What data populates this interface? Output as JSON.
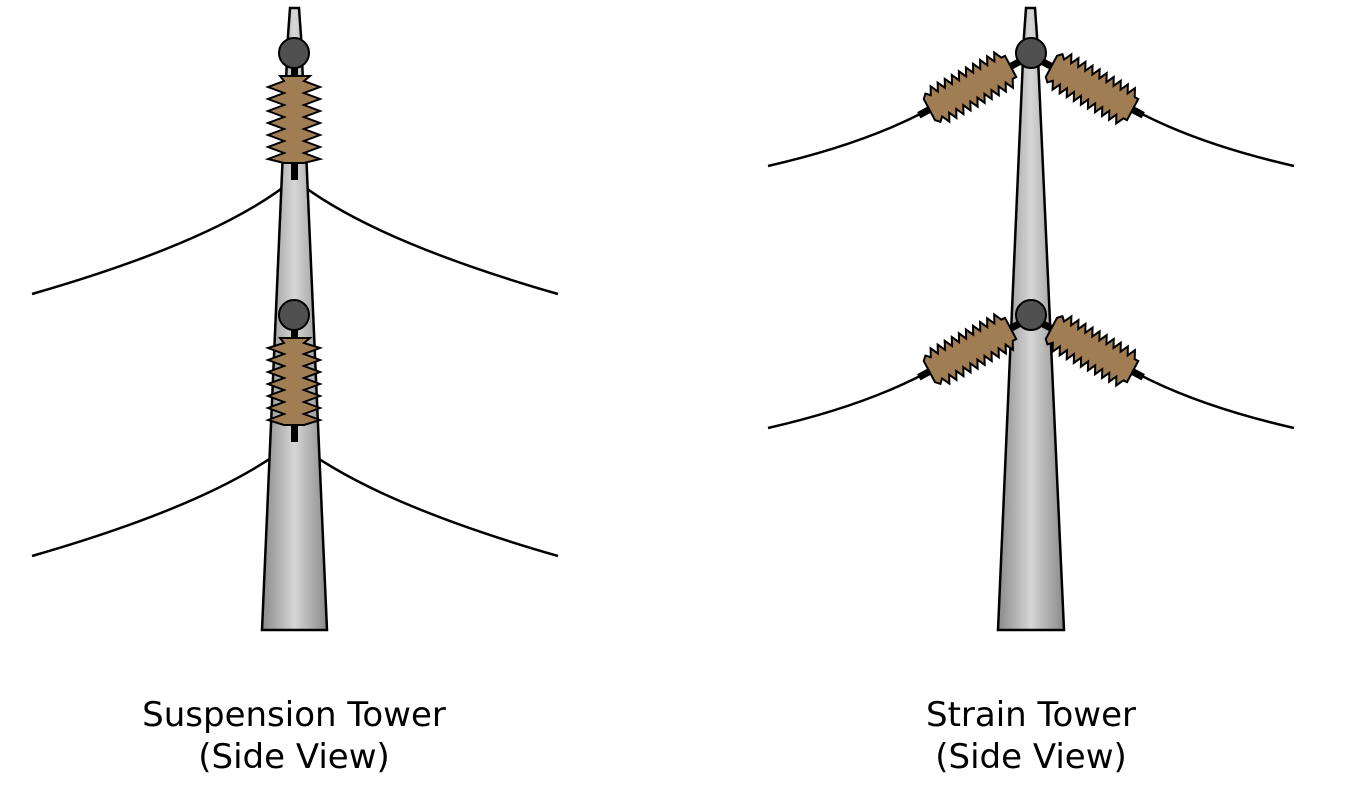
{
  "towers": [
    {
      "id": "suspension",
      "title": "Suspension Tower",
      "subtitle": "(Side View)"
    },
    {
      "id": "strain",
      "title": "Strain Tower",
      "subtitle": "(Side View)"
    }
  ],
  "colors": {
    "background": "#ffffff",
    "pole_light": "#d6d6d6",
    "pole_dark": "#8a8a8a",
    "insulator": "#a07d52",
    "outline": "#000000",
    "joint": "#505050",
    "wire": "#000000"
  }
}
